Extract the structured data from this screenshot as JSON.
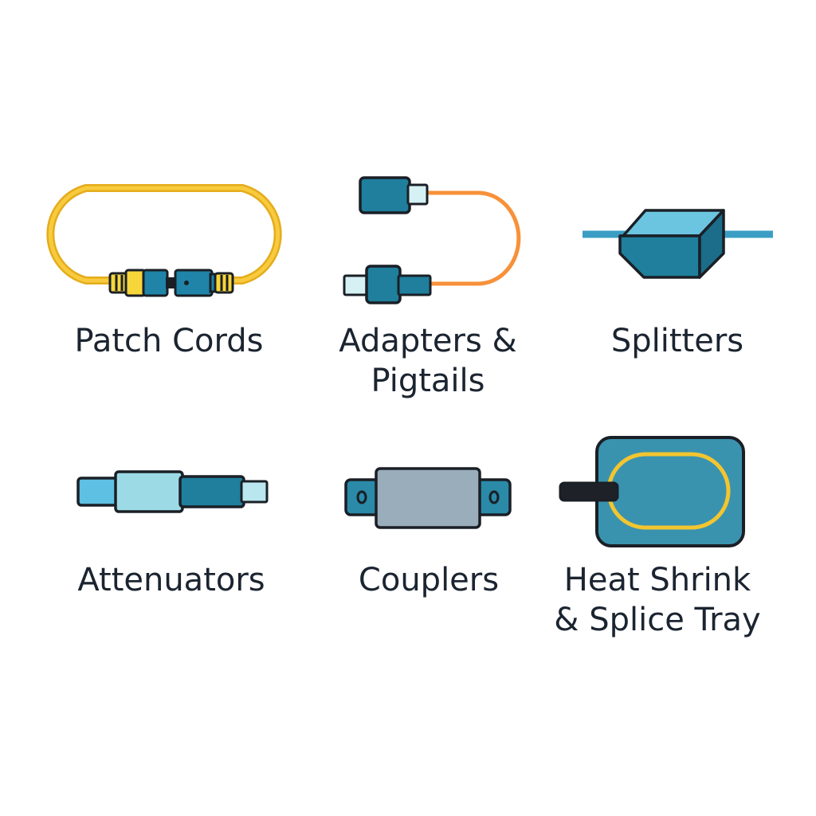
{
  "items": [
    {
      "icon": "patch-cord-icon",
      "lines": [
        "Patch Cords"
      ]
    },
    {
      "icon": "adapter-pigtail-icon",
      "lines": [
        "Adapters &",
        "Pigtails"
      ]
    },
    {
      "icon": "splitter-icon",
      "lines": [
        "Splitters"
      ]
    },
    {
      "icon": "attenuator-icon",
      "lines": [
        "Attenuators"
      ]
    },
    {
      "icon": "coupler-icon",
      "lines": [
        "Couplers"
      ]
    },
    {
      "icon": "splice-tray-icon",
      "lines": [
        "Heat Shrink",
        "& Splice Tray"
      ]
    }
  ],
  "colors": {
    "outline": "#1a1f26",
    "teal_dark": "#1f7f9d",
    "teal_mid": "#3a9bb5",
    "teal_light": "#5fc4e0",
    "teal_pale": "#9fdbe8",
    "cable_yellow": "#f5c12e",
    "cable_orange": "#f7913a",
    "gray_body": "#99adbb",
    "text": "#1b2430"
  }
}
